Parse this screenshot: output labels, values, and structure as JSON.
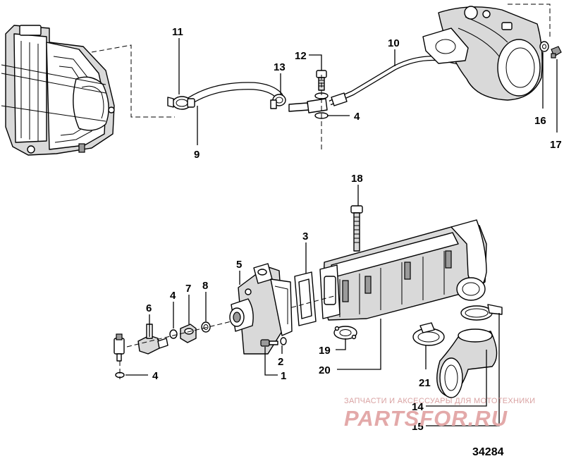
{
  "figure_number": "34284",
  "watermark": {
    "subtitle": "ЗАПЧАСТИ И АКСЕССУАРЫ ДЛЯ МОТОТЕХНИКИ",
    "brand": "PARTSFOR.RU"
  },
  "callouts": [
    {
      "id": "c1",
      "label": "1"
    },
    {
      "id": "c2",
      "label": "2"
    },
    {
      "id": "c3",
      "label": "3"
    },
    {
      "id": "c4a",
      "label": "4"
    },
    {
      "id": "c4b",
      "label": "4"
    },
    {
      "id": "c4c",
      "label": "4"
    },
    {
      "id": "c5",
      "label": "5"
    },
    {
      "id": "c6",
      "label": "6"
    },
    {
      "id": "c7",
      "label": "7"
    },
    {
      "id": "c8",
      "label": "8"
    },
    {
      "id": "c9",
      "label": "9"
    },
    {
      "id": "c10",
      "label": "10"
    },
    {
      "id": "c11",
      "label": "11"
    },
    {
      "id": "c12",
      "label": "12"
    },
    {
      "id": "c13",
      "label": "13"
    },
    {
      "id": "c14",
      "label": "14"
    },
    {
      "id": "c15",
      "label": "15"
    },
    {
      "id": "c16",
      "label": "16"
    },
    {
      "id": "c17",
      "label": "17"
    },
    {
      "id": "c18",
      "label": "18"
    },
    {
      "id": "c19",
      "label": "19"
    },
    {
      "id": "c20",
      "label": "20"
    },
    {
      "id": "c21",
      "label": "21"
    }
  ]
}
